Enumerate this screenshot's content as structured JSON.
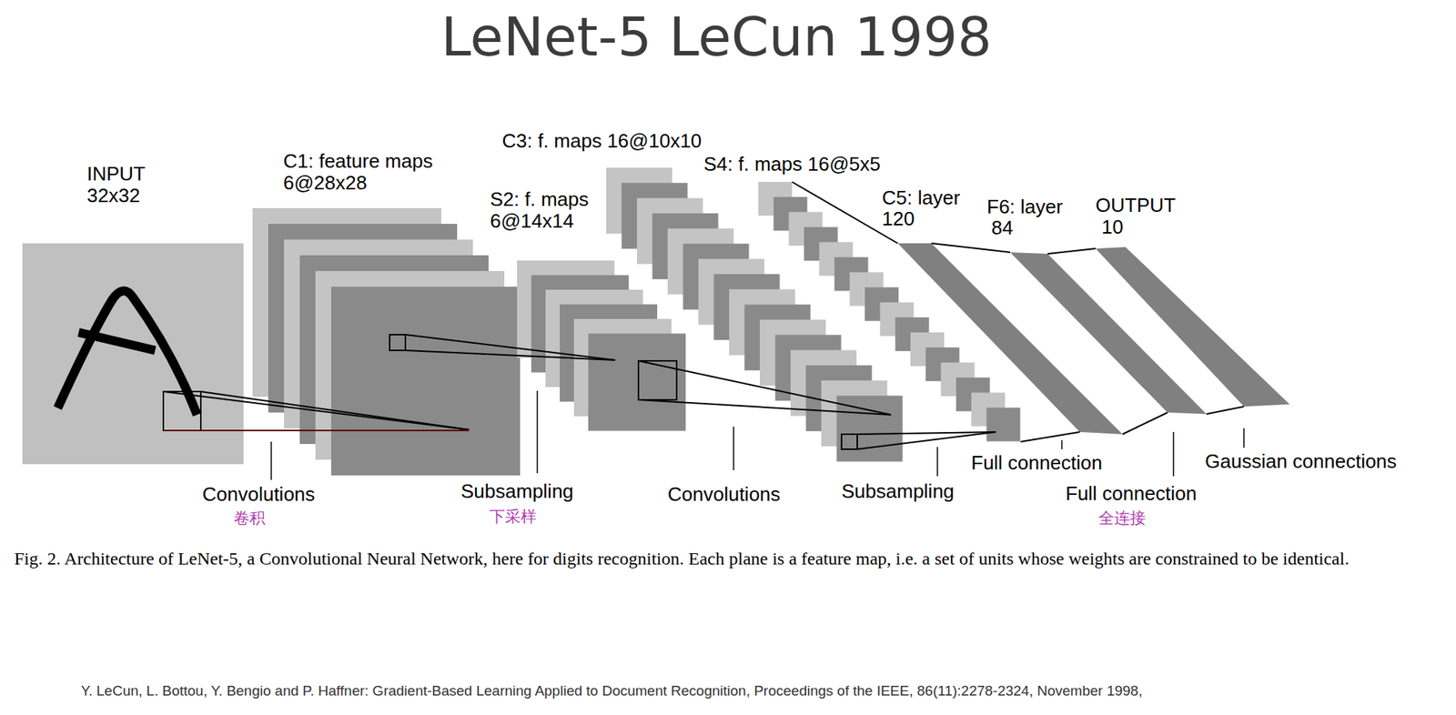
{
  "diagram": {
    "title": "LeNet-5 LeCun 1998",
    "caption": "Fig. 2. Architecture of LeNet-5, a Convolutional Neural Network, here for digits recognition. Each plane is a feature map, i.e. a set of units whose weights are constrained to be identical.",
    "labels": [
      "INPUT",
      "32x32",
      "C1: feature maps",
      "6@28x28",
      "C3: f. maps 16@10x10",
      "S4: f. maps 16@5x5",
      "S2: f. maps",
      "6@14x14",
      "C5: layer",
      "120",
      "F6: layer",
      "84",
      "OUTPUT",
      "10",
      "Convolutions",
      "卷积",
      "Subsampling",
      "下采样",
      "Convolutions",
      "Subsampling",
      "Full connection",
      "Full connection",
      "全连接",
      "Gaussian connections",
      "Y. LeCun, L. Bottou, Y. Bengio and P. Haffner: Gradient-Based Learning Applied to Document Recognition, Proceedings of the IEEE, 86(11):2278-2324, November 1998,"
    ]
  }
}
